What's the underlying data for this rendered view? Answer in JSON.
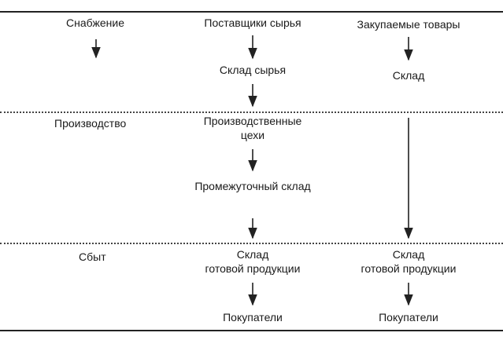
{
  "sections": {
    "supply": "Снабжение",
    "production": "Производство",
    "sales": "Сбыт"
  },
  "nodes": {
    "raw_suppliers": "Поставщики сырья",
    "raw_warehouse": "Склад сырья",
    "production_shops_line1": "Производственные",
    "production_shops_line2": "цехи",
    "intermediate_warehouse": "Промежуточный склад",
    "finished_goods_warehouse_1_line1": "Склад",
    "finished_goods_warehouse_1_line2": "готовой продукции",
    "customers_1": "Покупатели",
    "purchased_goods": "Закупаемые товары",
    "warehouse": "Склад",
    "finished_goods_warehouse_2_line1": "Склад",
    "finished_goods_warehouse_2_line2": "готовой продукции",
    "customers_2": "Покупатели"
  }
}
